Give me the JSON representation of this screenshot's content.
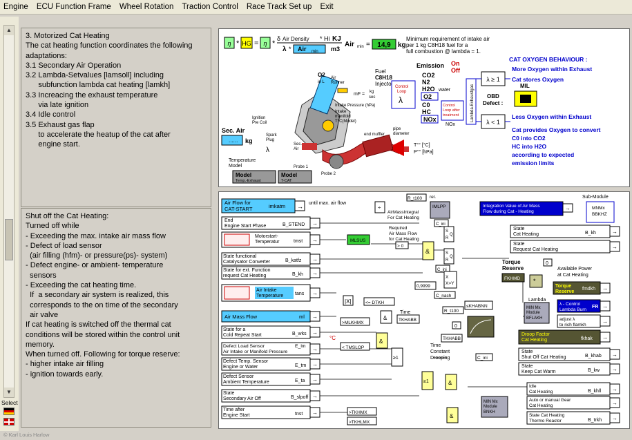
{
  "menu": [
    "Engine",
    "ECU Function Frame",
    "Wheel Rotation",
    "Traction Control",
    "Race Track Set up",
    "Exit"
  ],
  "left_panel": {
    "select_label": "Select"
  },
  "text_top": [
    "3. Motorized Cat Heating",
    "",
    "The cat heating function coordinates the following adaptations:",
    "",
    "3.1 Secondary Air Operation",
    "",
    "3.2 Lambda-Setvalues [lamsoll] including\n      subfunction lambda cat heating [lamkh]",
    "",
    "3.3 Increacing the exhaust temperature\n      via late ignition",
    "",
    "3.4 Idle control",
    "",
    "3.5 Exhaust gas flap\n      to accelerate the heatup of the cat after\n      engine start."
  ],
  "text_bottom": [
    "Shut off the Cat Heating:",
    "",
    "Turned off while",
    "",
    "- Exceeding the max. intake air mass flow\n- Defect of load sensor\n  (air filling (hfm)- or pressure(ps)- system)\n- Defect engine- or ambient- temperature\n  sensors\n- Exceeding the cat heating time.\n  If  a secondary air system is realized, this\n  corresponds to the on time of the secondary\n  air valve",
    "",
    "If cat heating is switched off the thermal cat conditions will be stored within the control unit memory.",
    "",
    "When turned off. Following for torque reserve:\n- higher intake air filling\n- ignition towards early."
  ],
  "footer": "© Karl Louis Harlow",
  "diagram_top": {
    "formula_air_density": "Air Density",
    "formula_hi": "Hi",
    "formula_kj": "KJ",
    "formula_m3": "m3",
    "formula_air_min_box": "Air",
    "formula_air_min_sub": "min",
    "air_min_label": "Air",
    "air_min_sub": "min",
    "air_min_value": "14,9",
    "air_min_unit": "kg",
    "min_req_line1": "Minimum requirement of intake air",
    "min_req_line2": "per 1 kg C8H18 fuel for a",
    "min_req_line3": "full combustion @ lambda = 1.",
    "emission": "Emission",
    "on": "On",
    "off": "Off",
    "gases": [
      "CO2",
      "N2",
      "H2O",
      "O2",
      "C0",
      "HC",
      "NOx"
    ],
    "water": "water",
    "control_loop": "Control\nLoop",
    "control_loop_after": "Control\nLoop after\ntreatment",
    "lambda_exh": "Lambda-\nExhaustgas",
    "lambda_ge1": "λ ≥ 1",
    "lambda_lt1": "λ < 1",
    "cat_oxy_title": "CAT OXYGEN BEHAVIOUR :",
    "more_oxy": "More Oxygen within Exhaust",
    "cat_stores": "Cat stores Oxygen",
    "mil": "MIL",
    "obd": "OBD\nDefect :",
    "less_oxy": "Less Oxygen within Exhaust",
    "cat_provides": "Cat provides Oxygen to convert\nC0 into CO2\nHC into H2O\naccording to expected\nemission limits",
    "fuel": "Fuel\nC8H18\nInjector",
    "o2_label": "O2",
    "o2_sub": "in L",
    "air_runner": "Air\nRunner",
    "intake_pressure": "Intake Pressure (hPa)",
    "intake_manifold": "Intake\nmanifold\nT°C(Model)",
    "ignition": "Ignition\nPre Coil",
    "spark": "Spark\nPlug",
    "sec_air": "Sec. Air",
    "sec_air_unit": "kg",
    "sec_air_small": "Sec.\nAir",
    "temp_model": "Temperature\nModel",
    "probe1": "Probe 1",
    "probe2": "Probe 2",
    "end_muffler": "end muffler",
    "pipe_diameter": "pipe\ndiameter",
    "tcc": "T°°  [°C]",
    "pcc": "P°°  [hPa]",
    "model_exh": "Model",
    "model_exh_sub": "Temp.-Exhaust",
    "model_cat": "Model",
    "model_cat_sub": "T-CAT",
    "lambda_sym": "λ"
  },
  "diagram_bottom": {
    "air_flow_box": "Air Flow for\nCAT-START",
    "air_flow_var": "imkatm",
    "until_max": "until max. air flow",
    "r_t100": "R_t100",
    "rel": "rel.",
    "imlpp": "IMLPP",
    "integration": "Integration Value of Air Mass\nFlow during Cat - Heating",
    "sub_module": "Sub-Module",
    "air_mass_integral": "AirMassIntegral\nFor Cat Heating",
    "required": "Required\nAir Mass Flow\nfor Cat Heating",
    "end_engine": "End\nEngine Start Phase",
    "b_stend": "B_STEND",
    "motorstart": "Motorstart-\nTemperatur",
    "tmst": "tmst",
    "mlsus": "MLSUS",
    "state_func": "State functional\nCatalysator Converter",
    "b_katfz": "B_katfz",
    "state_ext": "State for ext. Function\nrequest Cat Heating",
    "b_kh": "B_kh",
    "air_intake_temp": "Air Intake\nTemperature",
    "tans": "tans",
    "air_mass_flow": "Air Mass Flow",
    "ml": "ml",
    "state_cold": "State for a\nCold Repeat Start",
    "b_wks": "B_wks",
    "defect_load": "Defect Load Sensor\nAir Intake or Manifold Pressure",
    "e_lm": "E_lm",
    "defect_temp": "Defect Temp. Sensor\nEngine or Water",
    "e_tm": "E_tm",
    "defect_amb": "Defect Sensor\nAmbient Temperature",
    "e_ta": "E_ta",
    "state_sec": "State\nSecondary Air Off",
    "b_slpoff": "B_slpoff",
    "time_after": "Time after\nEngine Start",
    "tnst": "tnst",
    "dtkh": "<= DTKH",
    "mlkhmx": ">MLKHMX",
    "tmslop": "< TMSLOP",
    "tkhmx": ">TKHMX",
    "tkhlmx": ">TKHLMX",
    "time": "Time",
    "tkhabb": "TKHABB",
    "r_t100b": "R_t100",
    "tkhabb2": "TKHABB",
    "time_constant": "Time\nConstant\nDrooping",
    "c_ini": "C_ini",
    "c_nach": "C_nach",
    "val_09999": "0,9999",
    "khabnn": "≤KHABNN",
    "fkhmd": "FKHMD",
    "torque_reserve": "Torque\nReserve",
    "available_power": "Available Power\nat Cat Heating",
    "torque_res_box": "Torque\nReserve",
    "fmdkh": "fmdkh",
    "state_cat": "State\nCat Heating",
    "b_kh2": "B_kh",
    "state_req": "State\nRequest Cat Heating",
    "lambda_mod": "Lambda",
    "min_mx_module": "MIN Mx\nModule",
    "bflakh": "BFLAKH",
    "lambda_ctrl": "λ - Control\nLambda Burn",
    "fr": "FR",
    "adjust": "adjust λ\nto rich flamkh",
    "droop": "Droop Factor\nCat Heating",
    "fkhak": "fkhak",
    "state_shut": "State\nShut Off Cat Heating",
    "b_khab": "B_khab",
    "state_keep": "State\nKeep Cat Warm",
    "b_kw": "B_kw",
    "idle": "Idle\nCat Heating",
    "b_khll": "B_khll",
    "auto_gear": "Auto or manual Gear\nCat Heating",
    "state_thermo": "State Cat Heating\nThermo Reactor",
    "b_trkh": "B_trkh",
    "min_mx_bnkh": "MIN Mx\nModule\nBNKH",
    "mnmx": "MNMx",
    "bbkhz": "BBKHZ",
    "zero": "0",
    "gt0": "> 0",
    "and": "&",
    "ge1": "≥1",
    "s": "S",
    "r": "R",
    "q": "Q",
    "deg": "°C"
  }
}
